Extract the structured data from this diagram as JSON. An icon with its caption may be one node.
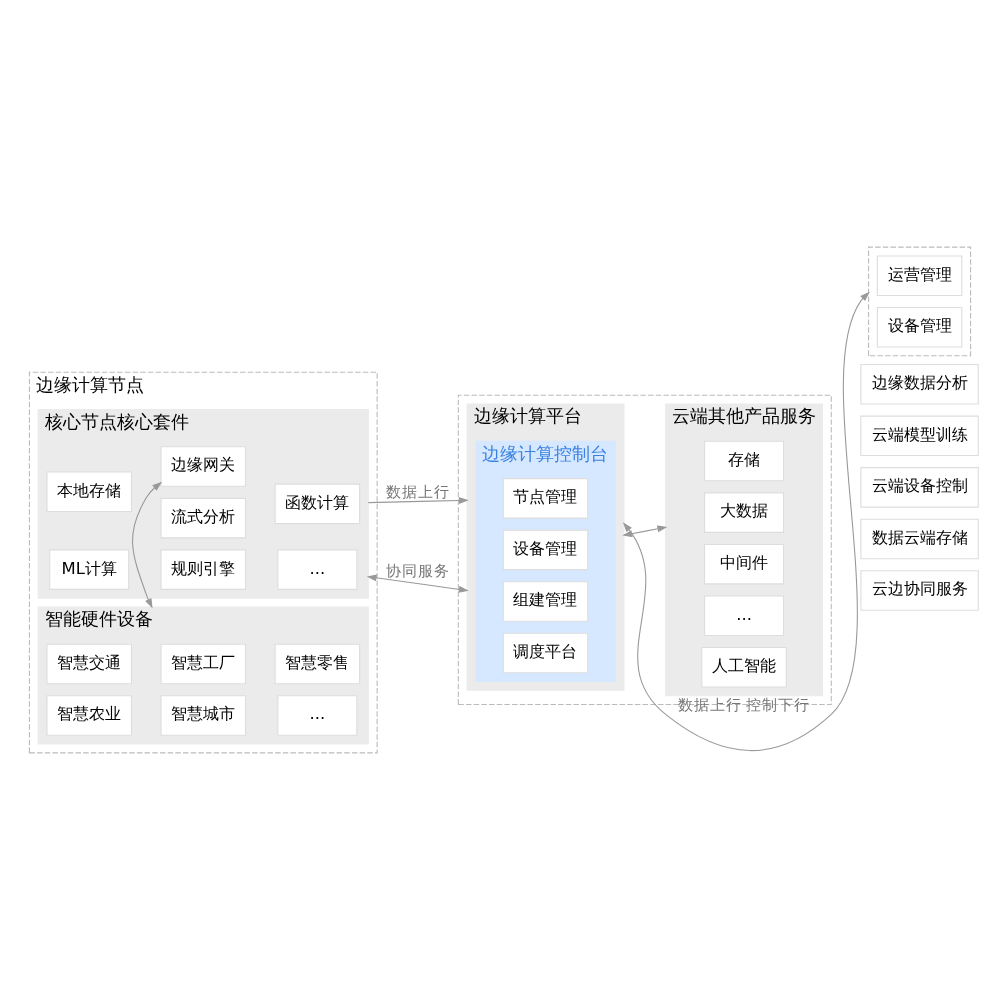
{
  "diagram": {
    "nodes": [
      {
        "text": [
          "边缘计算节点"
        ]
      },
      {
        "text": [
          "核心节点核心套件"
        ],
        "in": 0
      },
      {
        "text": [
          "本地存储"
        ],
        "in": 1
      },
      {
        "text": [
          "流式分析"
        ],
        "in": 1
      },
      {
        "text": [
          "函数计算"
        ],
        "in": 1
      },
      {
        "text": [
          "ML计算"
        ],
        "in": 1
      },
      {
        "text": [
          "规则引擎"
        ],
        "in": 1
      },
      {
        "text": [
          "..."
        ],
        "in": 1
      },
      {
        "text": [
          "边缘网关"
        ],
        "in": 1
      },
      {
        "text": [
          "智能硬件设备"
        ],
        "in": 0
      },
      {
        "text": [
          "智慧交通"
        ],
        "in": 9
      },
      {
        "text": [
          "智慧工厂"
        ],
        "in": 9
      },
      {
        "text": [
          "智慧零售"
        ],
        "in": 9
      },
      {
        "text": [
          "智慧农业"
        ],
        "in": 9
      },
      {
        "text": [
          "智慧城市"
        ],
        "in": 9
      },
      {
        "text": [
          "..."
        ],
        "in": 9
      },
      {
        "text": [],
        "shape": "box"
      },
      {
        "text": [
          "边缘计算平台"
        ],
        "in": 16
      },
      {
        "text": [
          "边缘计算控制台"
        ],
        "in": 17
      },
      {
        "text": [
          "节点管理"
        ],
        "in": 18
      },
      {
        "text": [
          "设备管理"
        ],
        "in": 18
      },
      {
        "text": [
          "组建管理"
        ],
        "in": 18
      },
      {
        "text": [
          "调度平台"
        ],
        "in": 18
      },
      {
        "text": [
          "云端其他产品服务"
        ],
        "in": 16
      },
      {
        "text": [
          "存储"
        ],
        "in": 23
      },
      {
        "text": [
          "大数据"
        ],
        "in": 23
      },
      {
        "text": [
          "中间件"
        ],
        "in": 23
      },
      {
        "text": [
          "..."
        ],
        "in": 23
      },
      {
        "text": [
          "人工智能"
        ],
        "in": 23
      },
      {
        "text": [],
        "shape": "box"
      },
      {
        "text": [
          "运营管理"
        ],
        "in": 29
      },
      {
        "text": [
          "设备管理"
        ],
        "in": 29
      },
      {
        "text": [
          "边缘数据分析"
        ]
      },
      {
        "text": [
          "云端模型训练"
        ]
      },
      {
        "text": [
          "云端设备控制"
        ]
      },
      {
        "text": [
          "数据云端存储"
        ]
      },
      {
        "text": [
          "云边协同服务"
        ]
      }
    ],
    "edges": [
      {
        "from": 8,
        "to": 9,
        "arrow": "both"
      },
      {
        "from": 1,
        "to": 17,
        "arrow": "to",
        "label": "数据上行"
      },
      {
        "from": 1,
        "to": 17,
        "arrow": "both",
        "label": "协同服务"
      },
      {
        "from": 17,
        "to": 23,
        "arrow": "both"
      },
      {
        "from": 17,
        "to": 29,
        "arrow": "both",
        "label": "数据上行 控制下行"
      }
    ]
  }
}
